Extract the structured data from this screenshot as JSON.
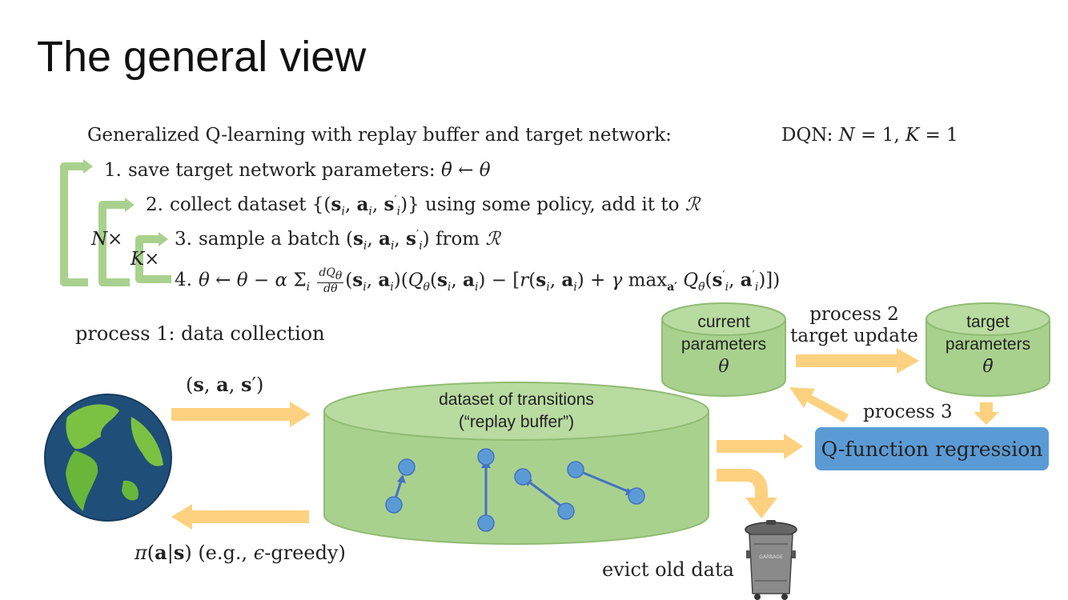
{
  "title": "The general view",
  "algorithm": {
    "heading": "Generalized Q-learning with replay buffer and target network:",
    "dqn_note": "DQN: N = 1, K = 1",
    "steps": [
      {
        "num": "1.",
        "text": "save target network parameters: θ̄ ← θ"
      },
      {
        "num": "2.",
        "text": "collect dataset {(sᵢ, aᵢ, s′ᵢ)} using some policy, add it to ℛ"
      },
      {
        "num": "3.",
        "text": "sample a batch (sᵢ, aᵢ, s′ᵢ) from ℛ"
      },
      {
        "num": "4.",
        "text": "θ ← θ − α Σᵢ dQθ/dθ (sᵢ, aᵢ)(Qθ(sᵢ, aᵢ) − [r(sᵢ, aᵢ) + γ max_a′ Qθ̄(s′ᵢ, a′ᵢ)])"
      }
    ],
    "loop_n": "N×",
    "loop_k": "K×"
  },
  "diagram": {
    "process1": "process 1: data collection",
    "transition": "(s, a, s′)",
    "policy": "π(a|s) (e.g., ϵ-greedy)",
    "buffer_line1": "dataset of transitions",
    "buffer_line2": "(“replay buffer”)",
    "current_line1": "current",
    "current_line2": "parameters",
    "current_symbol": "θ",
    "target_line1": "target",
    "target_line2": "parameters",
    "target_symbol": "θ̄",
    "process2_line1": "process 2",
    "process2_line2": "target update",
    "process3": "process 3",
    "qfunction": "Q-function regression",
    "evict": "evict old data",
    "garbage_label": "GARBAGE"
  },
  "colors": {
    "arrow_fill": "#fdd17f",
    "cylinder_fill": "#a9d18e",
    "cylinder_edge": "#7fae5f",
    "loop_arrow": "#a9d18e",
    "qbox": "#5b9bd5",
    "point": "#5b9bd5",
    "point_edge": "#4472c4"
  }
}
